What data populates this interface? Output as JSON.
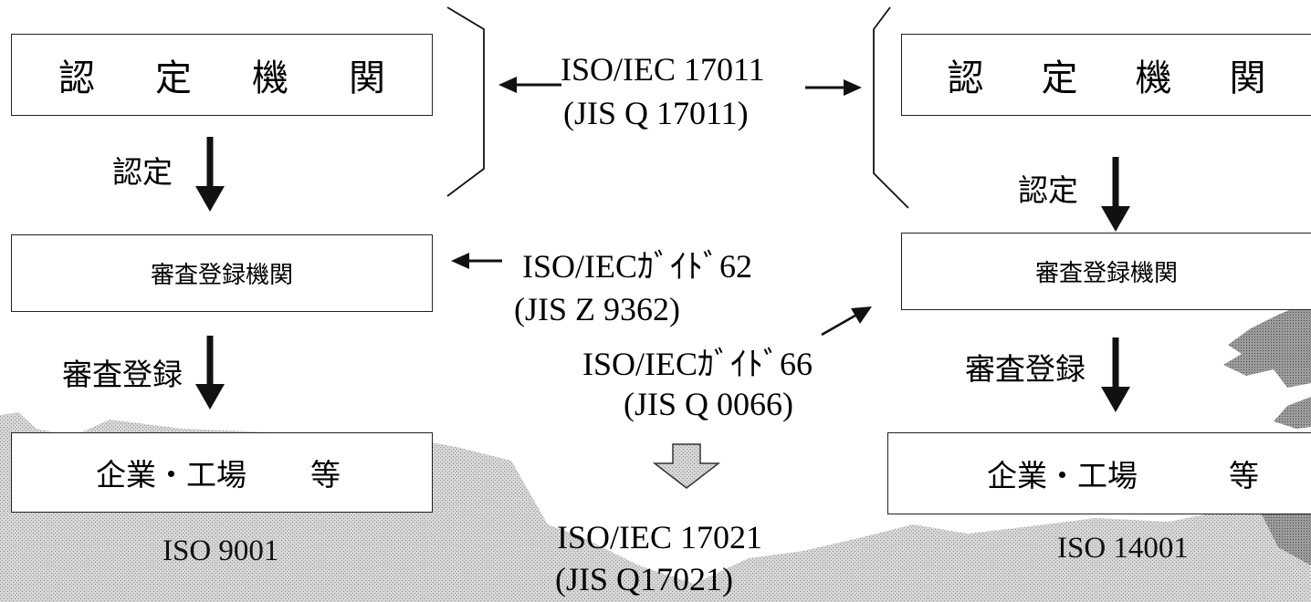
{
  "left": {
    "accreditation_body": [
      "認",
      "定",
      "機",
      "関"
    ],
    "accreditation_label": "認定",
    "registrar": "審査登録機関",
    "registration_label": "審査登録",
    "organization": [
      "企業・工場",
      "等"
    ],
    "standard": "ISO 9001"
  },
  "right": {
    "accreditation_body": [
      "認",
      "定",
      "機",
      "関"
    ],
    "accreditation_label": "認定",
    "registrar": "審査登録機関",
    "registration_label": "審査登録",
    "organization": [
      "企業・工場",
      "等"
    ],
    "standard": "ISO 14001"
  },
  "center": {
    "iec17011": "ISO/IEC 17011",
    "jis17011": "(JIS Q 17011)",
    "guide62": "ISO/IECｶﾞｲﾄﾞ62",
    "jis9362": "(JIS Z 9362)",
    "guide66": "ISO/IECｶﾞｲﾄﾞ66",
    "jis0066": "(JIS Q 0066)",
    "iec17021": "ISO/IEC 17021",
    "jis17021": "(JIS Q17021)"
  },
  "colors": {
    "line": "#111111",
    "hatch_light": "#cfcfcf",
    "hatch_dark": "#8a8a8a"
  }
}
